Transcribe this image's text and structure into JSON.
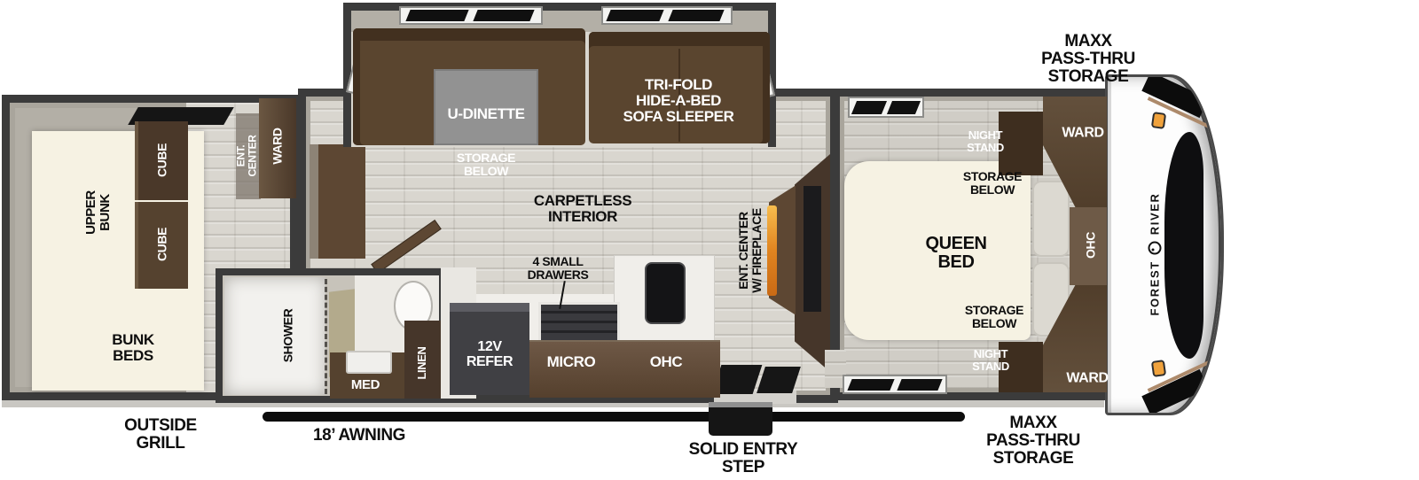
{
  "colors": {
    "wall": "#3b3b3b",
    "wall_inner": "#a9a59c",
    "floor": "#d9d6cf",
    "floor_bed": "#d0cdc6",
    "cream": "#f6f2e3",
    "sofa": "#5a452f",
    "sofa_dark": "#42301f",
    "cabinet": "#5d4733",
    "cabinet_dark": "#46362a",
    "table": "#929292",
    "appliance": "#404044",
    "counter": "#f0eeea",
    "fireplace": "#e8922e",
    "marker_light": "#f0a23c",
    "stripe_tan": "#ad8a6b",
    "awning_black": "#0d0d0d"
  },
  "labels": {
    "exterior": {
      "maxx_top": "MAXX\nPASS-THRU\nSTORAGE",
      "maxx_bottom": "MAXX\nPASS-THRU\nSTORAGE",
      "outside_grill": "OUTSIDE\nGRILL",
      "awning": "18’ AWNING",
      "entry_step": "SOLID ENTRY\nSTEP"
    },
    "bunk_room": {
      "upper_bunk": "UPPER\nBUNK",
      "cube_1": "CUBE",
      "cube_2": "CUBE",
      "ent_center": "ENT.\nCENTER",
      "ward": "WARD",
      "bunk_beds": "BUNK\nBEDS"
    },
    "bathroom": {
      "shower": "SHOWER",
      "med": "MED",
      "linen": "LINEN"
    },
    "kitchen": {
      "refer": "12V\nREFER",
      "drawers": "4 SMALL\nDRAWERS",
      "micro": "MICRO",
      "ohc": "OHC"
    },
    "living": {
      "u_dinette": "U-DINETTE",
      "storage_below": "STORAGE\nBELOW",
      "sofa": "TRI-FOLD\nHIDE-A-BED\nSOFA SLEEPER",
      "carpetless": "CARPETLESS\nINTERIOR",
      "ent_center_fireplace": "ENT. CENTER\nW/ FIREPLACE"
    },
    "bedroom": {
      "night_stand_top": "NIGHT\nSTAND",
      "storage_below_top": "STORAGE\nBELOW",
      "queen_bed": "QUEEN\nBED",
      "storage_below_bottom": "STORAGE\nBELOW",
      "night_stand_bottom": "NIGHT\nSTAND",
      "ward_top": "WARD",
      "ohc": "OHC",
      "ward_bottom": "WARD"
    },
    "front_cap": {
      "brand_first": "FOREST",
      "brand_second": "RIVER"
    }
  }
}
